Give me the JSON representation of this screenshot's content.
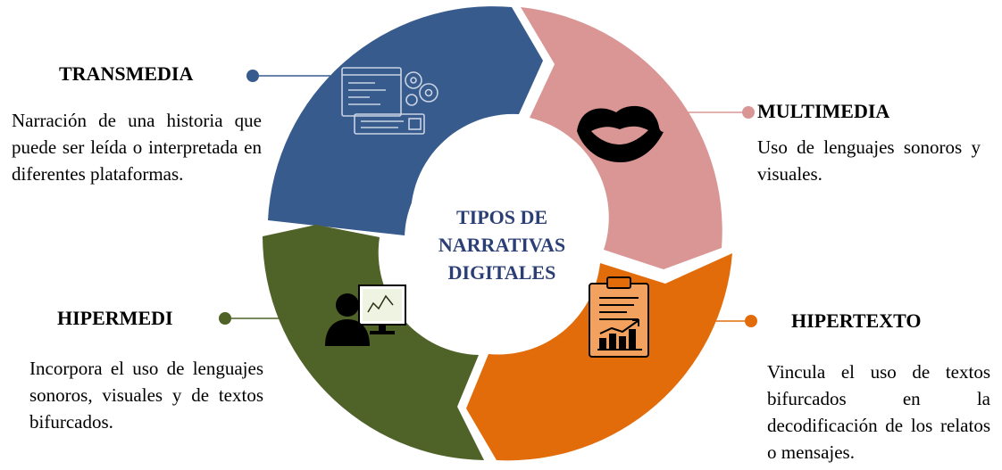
{
  "diagram": {
    "center": {
      "line1": "TIPOS DE",
      "line2": "NARRATIVAS",
      "line3": "DIGITALES"
    },
    "segments": [
      {
        "id": "transmedia",
        "title": "TRANSMEDIA",
        "description": "Narración de una historia que puede ser leída o interpretada en diferentes plataformas.",
        "color": "#375b8d",
        "icon": "computer-code-gears-icon"
      },
      {
        "id": "multimedia",
        "title": "MULTIMEDIA",
        "description": "Uso de lenguajes sonoros y visuales.",
        "color": "#d99694",
        "icon": "lips-icon"
      },
      {
        "id": "hipertexto",
        "title": "HIPERTEXTO",
        "description": "Vincula el uso de textos bifurcados en la decodificación de los relatos o mensajes.",
        "color": "#e36c0a",
        "icon": "clipboard-chart-icon"
      },
      {
        "id": "hipermedi",
        "title": "HIPERMEDI",
        "description": "Incorpora el uso de lenguajes sonoros, visuales y de textos bifurcados.",
        "color": "#4f6228",
        "icon": "person-monitor-icon"
      }
    ]
  }
}
